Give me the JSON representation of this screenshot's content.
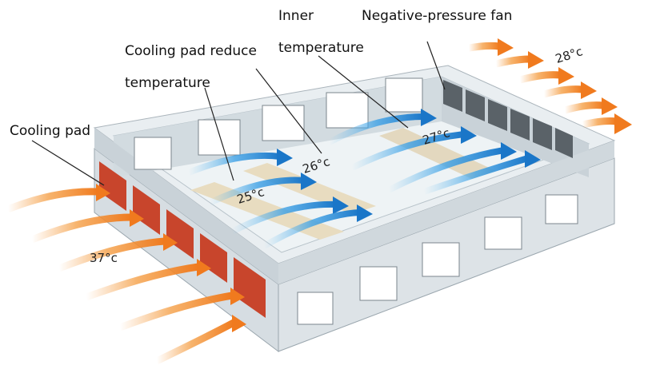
{
  "labels": {
    "cooling_pad": "Cooling pad",
    "cooling_pad_reduce_line1": "Cooling pad reduce",
    "cooling_pad_reduce_line2": "temperature",
    "inner_line1": "Inner",
    "inner_line2": "temperature",
    "negative_pressure_fan": "Negative-pressure fan"
  },
  "temperatures": {
    "outside": "37°c",
    "zone_1": "25°c",
    "zone_2": "26°c",
    "zone_3": "27°c",
    "exhaust": "28°c"
  },
  "colors": {
    "wall": "#d6dde2",
    "wall_dark": "#b9c4cb",
    "floor": "#eef2f4",
    "cooling_pad": "#c8452c",
    "warm_arrow": "#f39a3a",
    "cool_arrow": "#2f8fd8",
    "fan": "#5a6268"
  }
}
